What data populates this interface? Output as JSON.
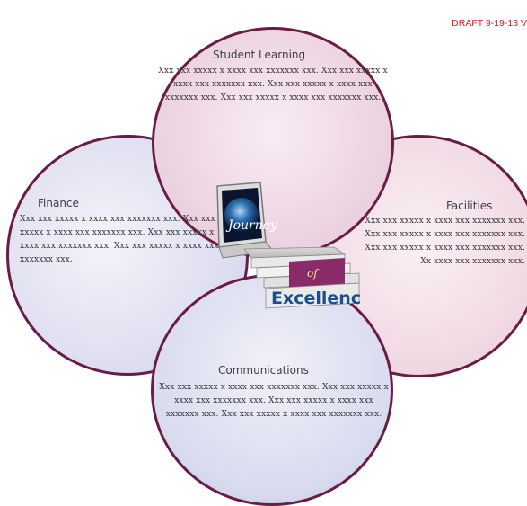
{
  "draft_label": "DRAFT 9-19-13 V",
  "petals": {
    "student_learning": {
      "title": "Student Learning",
      "text": "Xxx xxx xxxxx x xxxx xxx xxxxxxx xxx. Xxx xxx xxxxx x xxxx xxx xxxxxxx xxx. Xxx xxx xxxxx x xxxx xxx xxxxxxx xxx. Xxx xxx xxxxx x xxxx xxx xxxxxxx xxx."
    },
    "finance": {
      "title": "Finance",
      "text": "Xxx xxx xxxxx x xxxx xxx xxxxxxx xxx. Xxx xxx xxxxx x xxxx xxx xxxxxxx xxx. Xxx xxx xxxxx x xxxx xxx xxxxxxx xxx. Xxx xxx xxxxx x xxxx xxx xxxxxxx xxx."
    },
    "facilities": {
      "title": "Facilities",
      "text": "Xxx xxx xxxxx x xxxx xxx xxxxxxx xxx. Xxx xxx xxxxx x xxxx xxx xxxxxxx xxx. Xxx xxx xxxxx x xxxx xxx xxxxxxx xxx. Xx xxxx xxx xxxxxxx xxx."
    },
    "communications": {
      "title": "Communications",
      "text": "Xxx xxx xxxxx x xxxx xxx xxxxxxx xxx. Xxx xxx xxxxx x xxxx xxx xxxxxxx xxx. Xxx xxx xxxxx x xxxx xxx xxxxxxx xxx. Xxx xxx xxxxx x xxxx xxx xxxxxxx xxx."
    }
  },
  "logo": {
    "word1": "Journey",
    "word2": "of",
    "word3": "Excellence"
  },
  "colors": {
    "outline": "#6a1d44",
    "draft": "#d21e2b",
    "excellence_text": "#1d4f8f",
    "book_magenta": "#8b2a68"
  }
}
